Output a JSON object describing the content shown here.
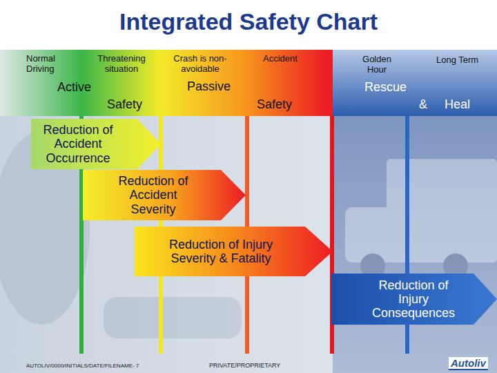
{
  "diagram": {
    "title": "Integrated Safety Chart",
    "nodes": [
      {
        "text": [
          "Reduction of Accident Occurrence"
        ]
      },
      {
        "text": [
          "Reduction of Accident Severity"
        ]
      },
      {
        "text": [
          "Reduction of Injury Severity & Fatality"
        ]
      },
      {
        "text": [
          "Reduction of Injury Consequences"
        ]
      }
    ],
    "labels": [
      "Normal Driving",
      "Threatening situation",
      "Crash is non-avoidable",
      "Accident",
      "Golden Hour",
      "Long Term",
      "Active",
      "Safety",
      "Passive",
      "Safety",
      "Rescue",
      "&",
      "Heal",
      "AUTOLIV/0000/INITIALS/DATE/FILENAME- 7",
      "PRIVATE/PROPRIETARY",
      "Autoliv"
    ]
  }
}
